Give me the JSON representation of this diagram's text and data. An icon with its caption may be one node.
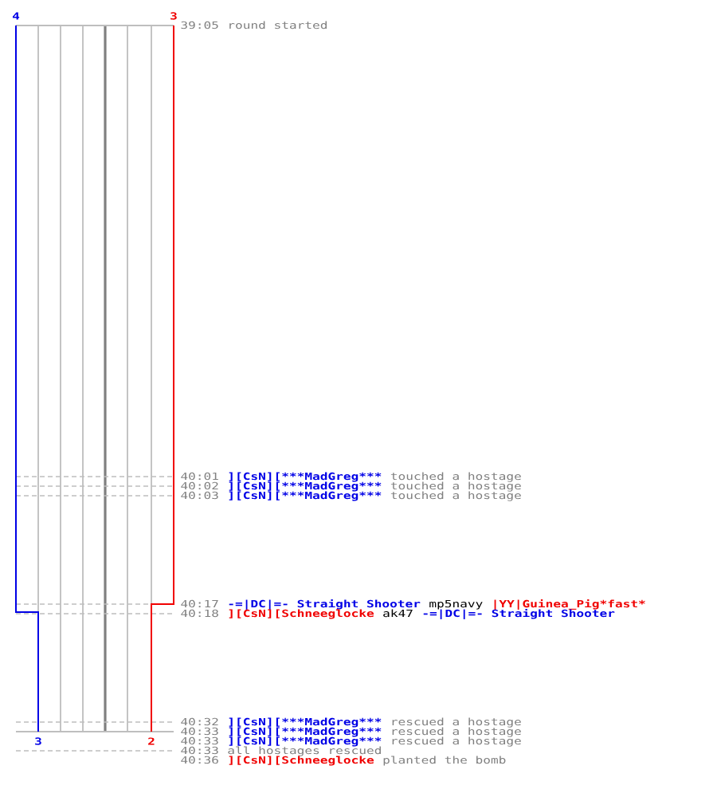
{
  "diagram": {
    "labels": [
      "4",
      "3",
      "39:05",
      "round started",
      "40:01",
      "][CsN][***MadGreg***",
      "touched a hostage",
      "40:02",
      "][CsN][***MadGreg***",
      "touched a hostage",
      "40:03",
      "][CsN][***MadGreg***",
      "touched a hostage",
      "40:17",
      "-=|DC|=- Straight Shooter",
      "mp5navy",
      "|YY|Guinea_Pig*fast*",
      "40:18",
      "][CsN][Schneeglocke",
      "ak47",
      "-=|DC|=- Straight Shooter",
      "40:32",
      "][CsN][***MadGreg***",
      "rescued a hostage",
      "40:33",
      "][CsN][***MadGreg***",
      "rescued a hostage",
      "3",
      "2",
      "40:33",
      "][CsN][***MadGreg***",
      "rescued a hostage",
      "40:33",
      "all hostages rescued",
      "40:36",
      "][CsN][Schneeglocke",
      "planted the bomb"
    ]
  }
}
